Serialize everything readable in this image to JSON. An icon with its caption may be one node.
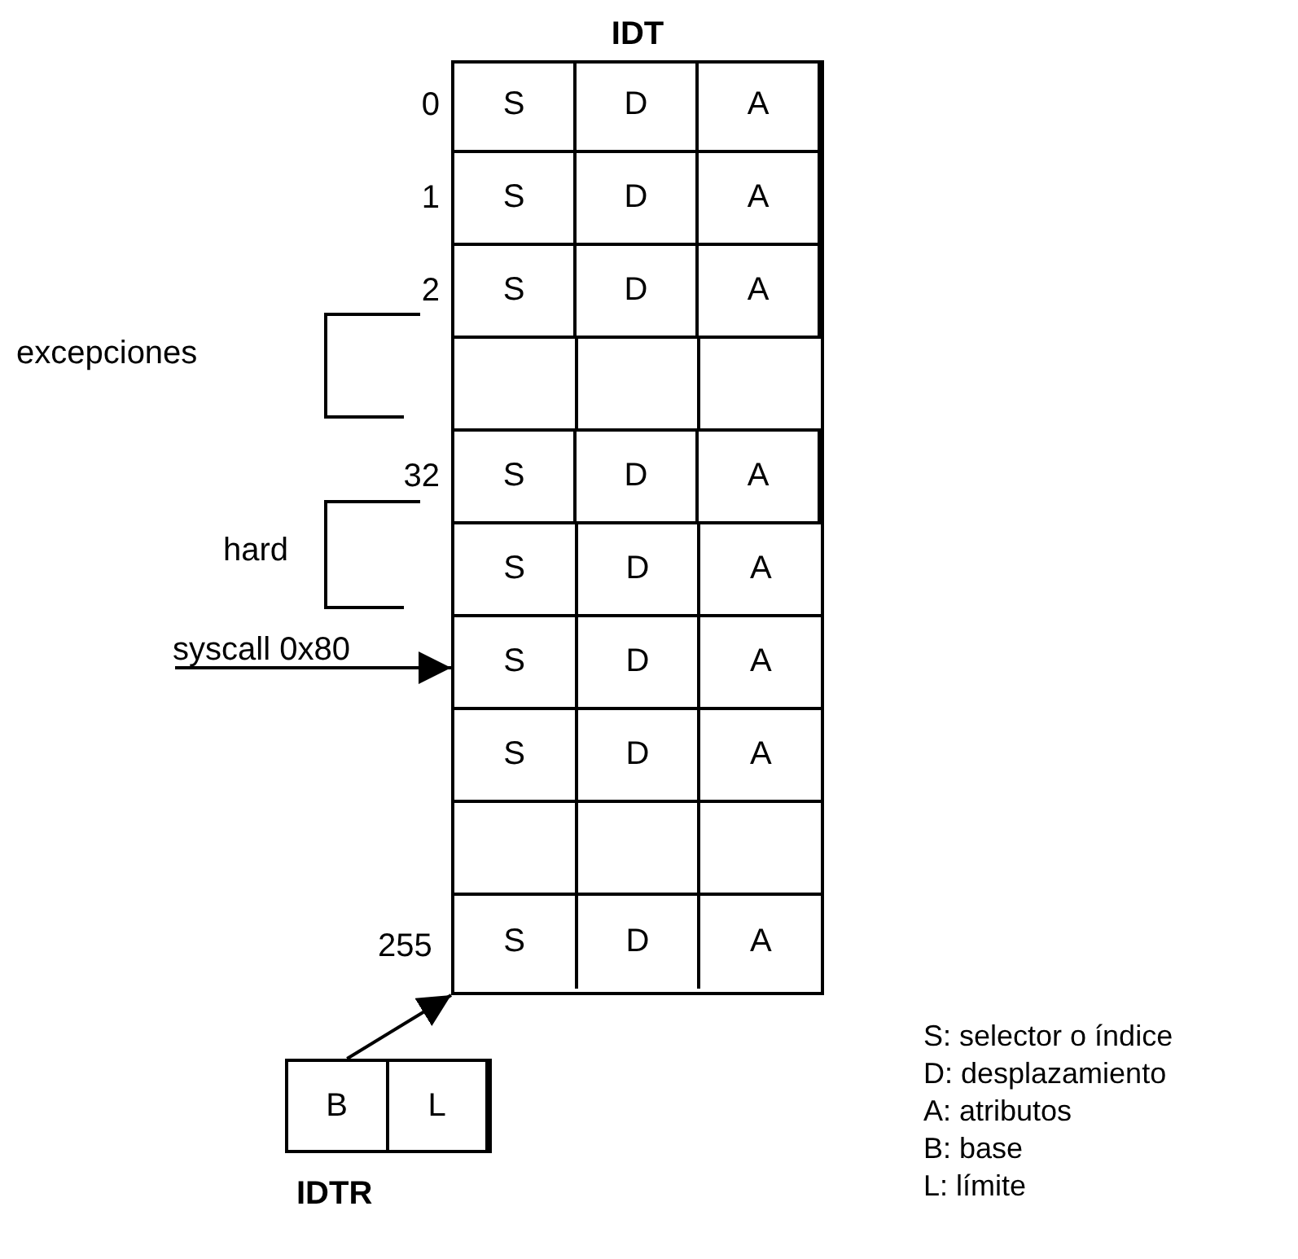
{
  "diagram": {
    "nodes": [
      {
        "text": [
          "IDT"
        ]
      },
      {
        "text": [
          "S",
          "D",
          "A"
        ],
        "in": 0,
        "beside": [
          "0"
        ]
      },
      {
        "text": [
          "S",
          "D",
          "A"
        ],
        "in": 0,
        "beside": [
          "1"
        ]
      },
      {
        "text": [
          "S",
          "D",
          "A"
        ],
        "in": 0,
        "beside": [
          "2"
        ]
      },
      {
        "text": [],
        "shape": "box",
        "in": 0
      },
      {
        "text": [
          "S",
          "D",
          "A"
        ],
        "in": 0,
        "beside": [
          "32"
        ]
      },
      {
        "text": [
          "S",
          "D",
          "A"
        ],
        "in": 0
      },
      {
        "text": [
          "S",
          "D",
          "A"
        ],
        "in": 0
      },
      {
        "text": [
          "S",
          "D",
          "A"
        ],
        "in": 0
      },
      {
        "text": [],
        "shape": "box",
        "in": 0
      },
      {
        "text": [
          "S",
          "D",
          "A"
        ],
        "in": 0
      },
      {
        "text": [
          "syscall 0x80"
        ]
      },
      {
        "text": [
          "B",
          "L",
          "IDTR"
        ]
      }
    ],
    "edges": [
      {
        "from": 11,
        "to": 7,
        "arrow": "to"
      },
      {
        "from": 12,
        "to": 0,
        "arrow": "to"
      }
    ],
    "labels": [
      "excepciones",
      "hard",
      "255",
      "S: selector o índice",
      "D: desplazamiento",
      "A: atributos",
      "B: base",
      "L: límite"
    ]
  }
}
